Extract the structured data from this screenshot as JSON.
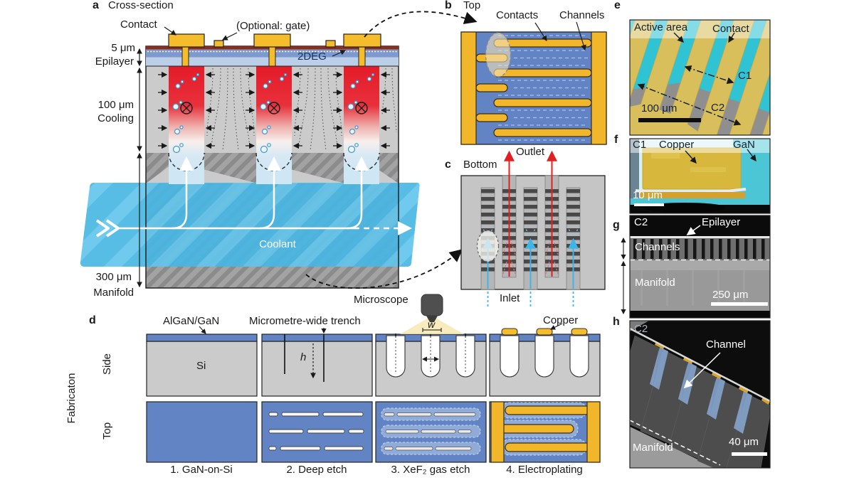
{
  "letters": {
    "a": "a",
    "b": "b",
    "c": "c",
    "d": "d",
    "e": "e",
    "f": "f",
    "g": "g",
    "h": "h"
  },
  "panel_a": {
    "title": "Cross-section",
    "contact": "Contact",
    "optional_gate": "(Optional: gate)",
    "twodeg": "2DEG",
    "coolant": "Coolant",
    "epilayer_value": "5 μm",
    "epilayer_name": "Epilayer",
    "cooling_value": "100 μm",
    "cooling_name": "Cooling",
    "manifold_value": "300 μm",
    "manifold_name": "Manifold"
  },
  "panel_b": {
    "title": "Top",
    "contacts": "Contacts",
    "channels": "Channels",
    "outlet": "Outlet"
  },
  "panel_c": {
    "title": "Bottom",
    "inlet": "Inlet"
  },
  "panel_d": {
    "fabrication": "Fabricaton",
    "side": "Side",
    "top": "Top",
    "algan_gan": "AlGaN/GaN",
    "trench": "Micrometre-wide trench",
    "microscope": "Microscope",
    "si": "Si",
    "w": "w",
    "h": "h",
    "copper": "Copper",
    "step1": "1. GaN-on-Si",
    "step2": "2. Deep etch",
    "step3": "3. XeF₂ gas etch",
    "step4": "4. Electroplating"
  },
  "panel_e": {
    "active_area": "Active area",
    "contact": "Contact",
    "c1": "C1",
    "c2": "C2",
    "scale": "100 μm"
  },
  "panel_f": {
    "c1": "C1",
    "copper": "Copper",
    "gan": "GaN",
    "scale": "10 μm"
  },
  "panel_g": {
    "c2": "C2",
    "epilayer": "Epilayer",
    "channels": "Channels",
    "manifold": "Manifold",
    "scale": "250 μm"
  },
  "panel_h": {
    "c2": "C2",
    "channel": "Channel",
    "manifold": "Manifold",
    "scale": "40 μm"
  },
  "colors": {
    "contact_gold": "#f2b62a",
    "epilayer_blue": "#6283c4",
    "epilayer_light": "#bccfe9",
    "heat_red": "#e41b28",
    "coolant_blue": "#49b7e3",
    "substrate_gray": "#cbcbcb",
    "sem_cyan": "#2fc3d4",
    "sem_gold": "#d8bf5c",
    "outlet_red": "#e02020",
    "inlet_blue": "#3db5e8"
  }
}
